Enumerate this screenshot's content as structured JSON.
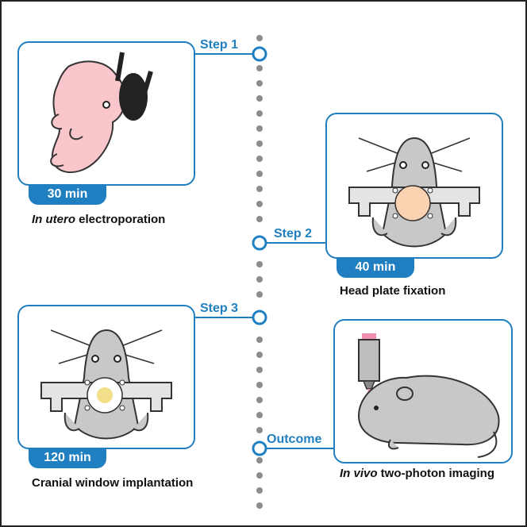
{
  "steps": [
    {
      "label": "Step 1",
      "time": "30 min",
      "caption_italic": "In utero",
      "caption_rest": " electroporation"
    },
    {
      "label": "Step 2",
      "time": "40 min",
      "caption_italic": "",
      "caption_rest": "Head plate fixation"
    },
    {
      "label": "Step 3",
      "time": "120 min",
      "caption_italic": "",
      "caption_rest": "Cranial window implantation"
    }
  ],
  "outcome": {
    "label": "Outcome",
    "caption_italic": "In vivo",
    "caption_rest": " two-photon imaging"
  },
  "colors": {
    "accent": "#1f7fc0",
    "dots": "#8c8c8c",
    "embryo": "#f9c6cc",
    "mouse": "#c8c8c8",
    "brain": "#fcd3b0",
    "laser": "#f08fb0"
  }
}
